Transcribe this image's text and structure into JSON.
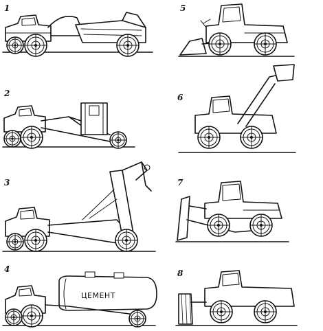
{
  "figures": [
    {
      "id": "1",
      "label": "1"
    },
    {
      "id": "2",
      "label": "2"
    },
    {
      "id": "3",
      "label": "3"
    },
    {
      "id": "4",
      "label": "4",
      "tank_text": "ЦЕМЕНТ"
    },
    {
      "id": "5",
      "label": "5"
    },
    {
      "id": "6",
      "label": "6"
    },
    {
      "id": "7",
      "label": "7"
    },
    {
      "id": "8",
      "label": "8"
    }
  ]
}
